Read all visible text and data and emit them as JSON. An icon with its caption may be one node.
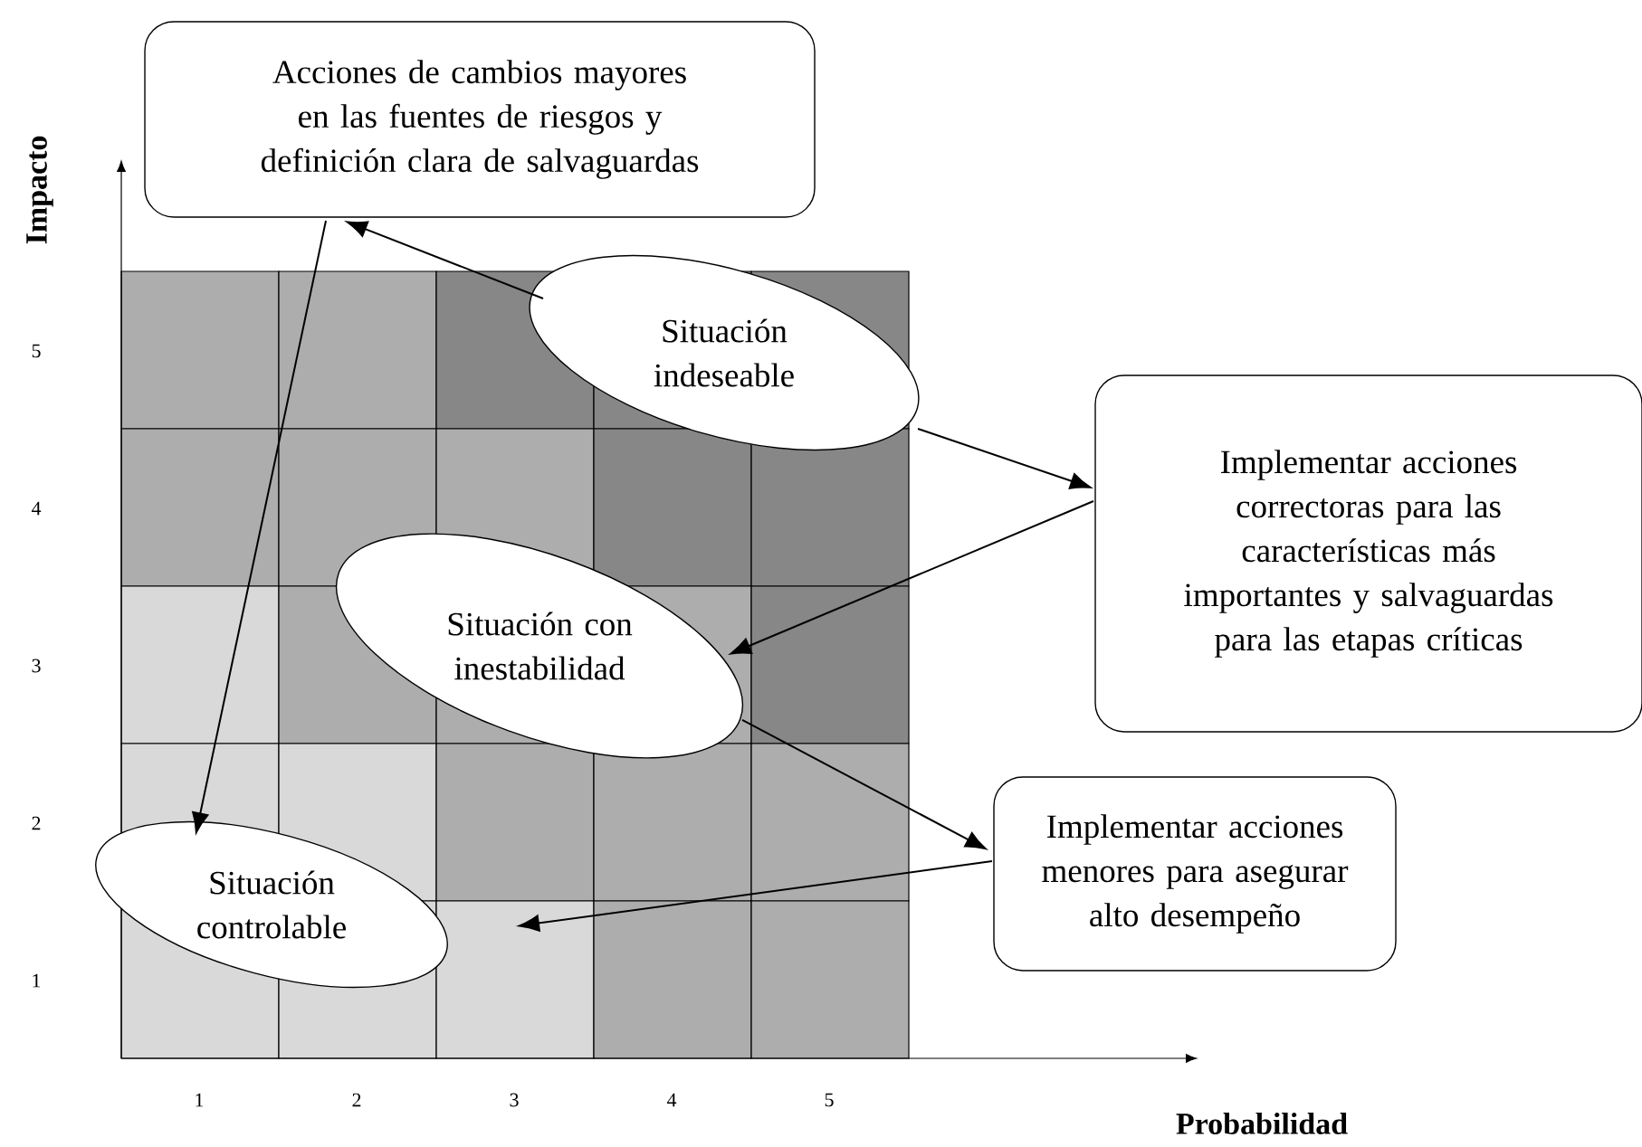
{
  "diagram": {
    "nodes": [
      {
        "text": [
          "Acciones de cambios mayores en las fuentes de riesgos y definición clara de salvaguardas"
        ]
      },
      {
        "text": [
          "Situación indeseable"
        ]
      },
      {
        "text": [
          "Implementar acciones correctoras para las características más importantes y salvaguardas para las etapas críticas"
        ]
      },
      {
        "text": [
          "Situación con inestabilidad"
        ]
      },
      {
        "text": [
          "Implementar acciones menores para asegurar alto desempeño"
        ]
      },
      {
        "text": [
          "Situación controlable"
        ]
      }
    ],
    "edges": [
      {
        "from": 1,
        "to": 0,
        "arrow": "to"
      },
      {
        "from": 0,
        "to": 5,
        "arrow": "to"
      },
      {
        "from": 1,
        "to": 2,
        "arrow": "to"
      },
      {
        "from": 2,
        "to": 3,
        "arrow": "to"
      },
      {
        "from": 3,
        "to": 4,
        "arrow": "to"
      },
      {
        "from": 4,
        "to": 5,
        "arrow": "to"
      }
    ],
    "labels": [
      "Impacto",
      "5",
      "4",
      "3",
      "2",
      "1",
      "1",
      "2",
      "3",
      "4",
      "5",
      "Probabilidad"
    ]
  }
}
